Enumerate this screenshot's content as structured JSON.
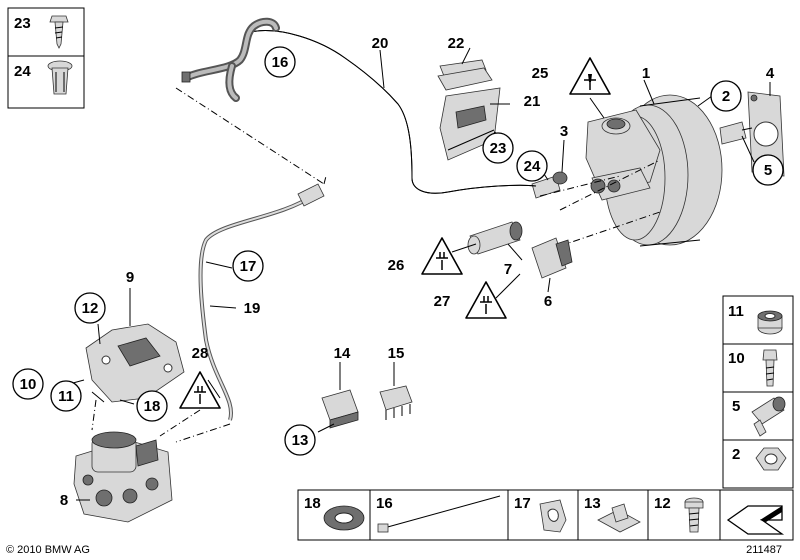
{
  "labels": {
    "n1": "1",
    "n2": "2",
    "n3": "3",
    "n4": "4",
    "n5": "5",
    "n6": "6",
    "n7": "7",
    "n8": "8",
    "n9": "9",
    "n10": "10",
    "n11": "11",
    "n12": "12",
    "n13": "13",
    "n14": "14",
    "n15": "15",
    "n16": "16",
    "n17": "17",
    "n18": "18",
    "n19": "19",
    "n20": "20",
    "n21": "21",
    "n22": "22",
    "n23": "23",
    "n24": "24",
    "n25": "25",
    "n26": "26",
    "n27": "27",
    "n28": "28"
  },
  "side_panel": {
    "items": [
      "11",
      "10",
      "5",
      "2"
    ]
  },
  "top_left_panel": {
    "items": [
      "23",
      "24"
    ]
  },
  "bottom_strip": {
    "items": [
      "18",
      "16",
      "17",
      "13",
      "12"
    ]
  },
  "footer": {
    "copyright": "© 2010 BMW AG",
    "diagram_number": "211487"
  }
}
